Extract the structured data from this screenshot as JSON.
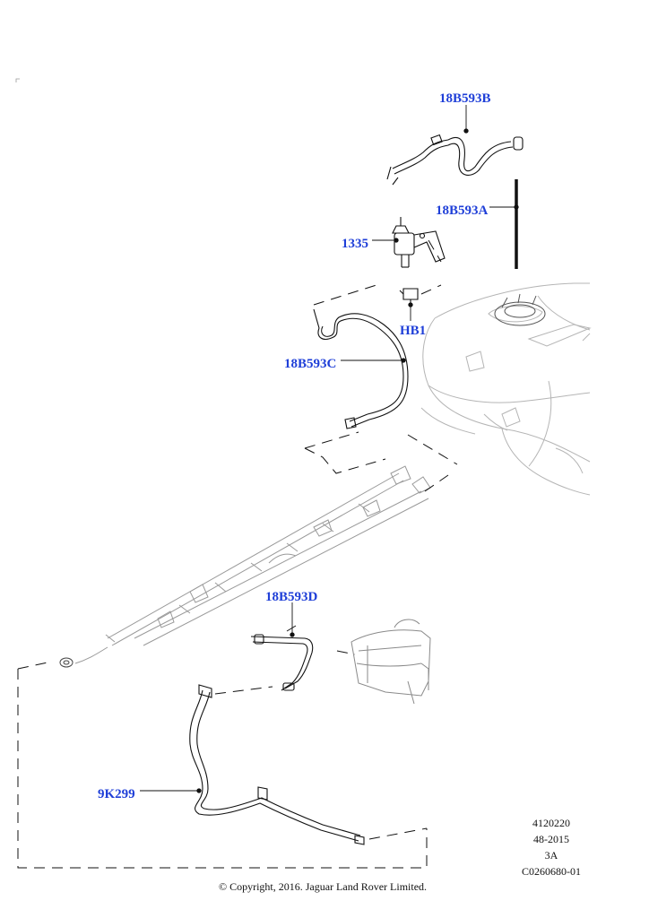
{
  "callouts": {
    "part_18b593b": "18B593B",
    "part_18b593a": "18B593A",
    "part_1335": "1335",
    "part_hb1": "HB1",
    "part_18b593c": "18B593C",
    "part_18b593d": "18B593D",
    "part_9k299": "9K299"
  },
  "reference": {
    "line1": "4120220",
    "line2": "48-2015",
    "line3": "3A",
    "line4": "C0260680-01"
  },
  "copyright": "© Copyright, 2016. Jaguar Land Rover Limited.",
  "colors": {
    "callout_text": "#1f3fd8",
    "line_art": "#111111",
    "light_art": "#bbbbbb"
  }
}
